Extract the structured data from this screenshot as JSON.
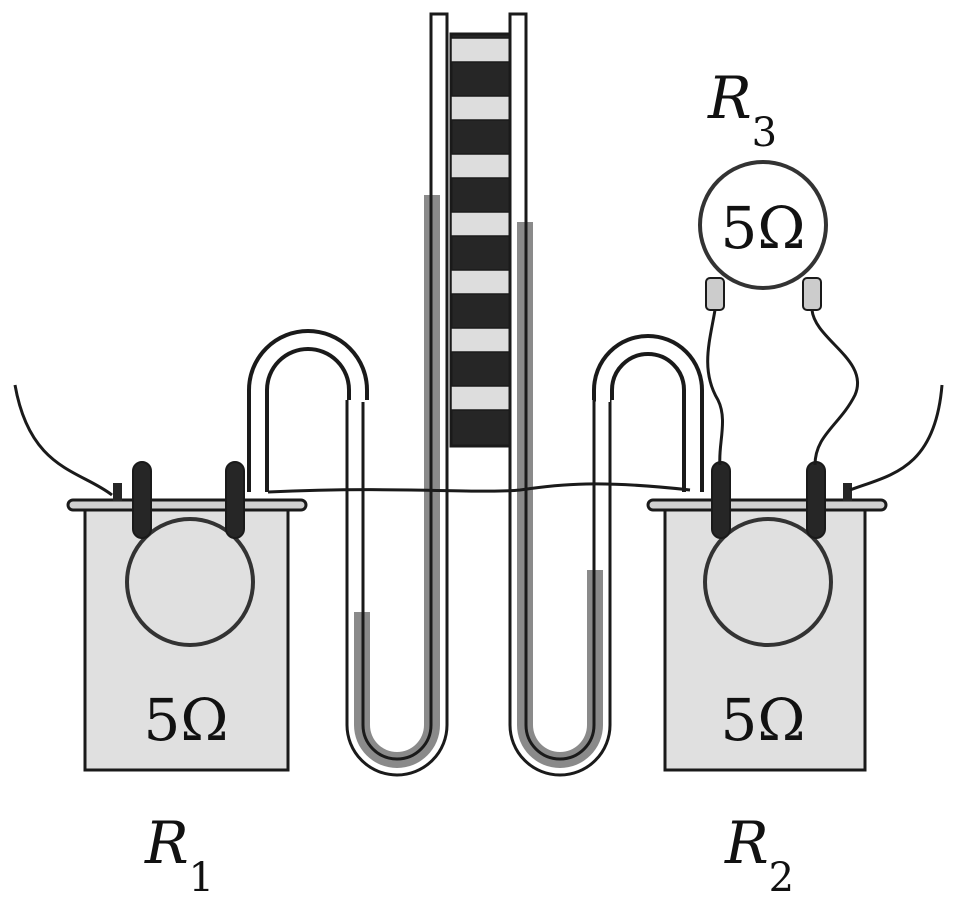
{
  "resistors": {
    "r1": {
      "symbol": "R",
      "subscript": "1",
      "value": "5Ω"
    },
    "r2": {
      "symbol": "R",
      "subscript": "2",
      "value": "5Ω"
    },
    "r3": {
      "symbol": "R",
      "subscript": "3",
      "value": "5Ω"
    }
  },
  "colors": {
    "stroke": "#1a1a1a",
    "container_fill": "#e0e0e0",
    "liquid": "#8a8a8a",
    "scale_dark": "#262626",
    "scale_light": "#dddddd"
  }
}
